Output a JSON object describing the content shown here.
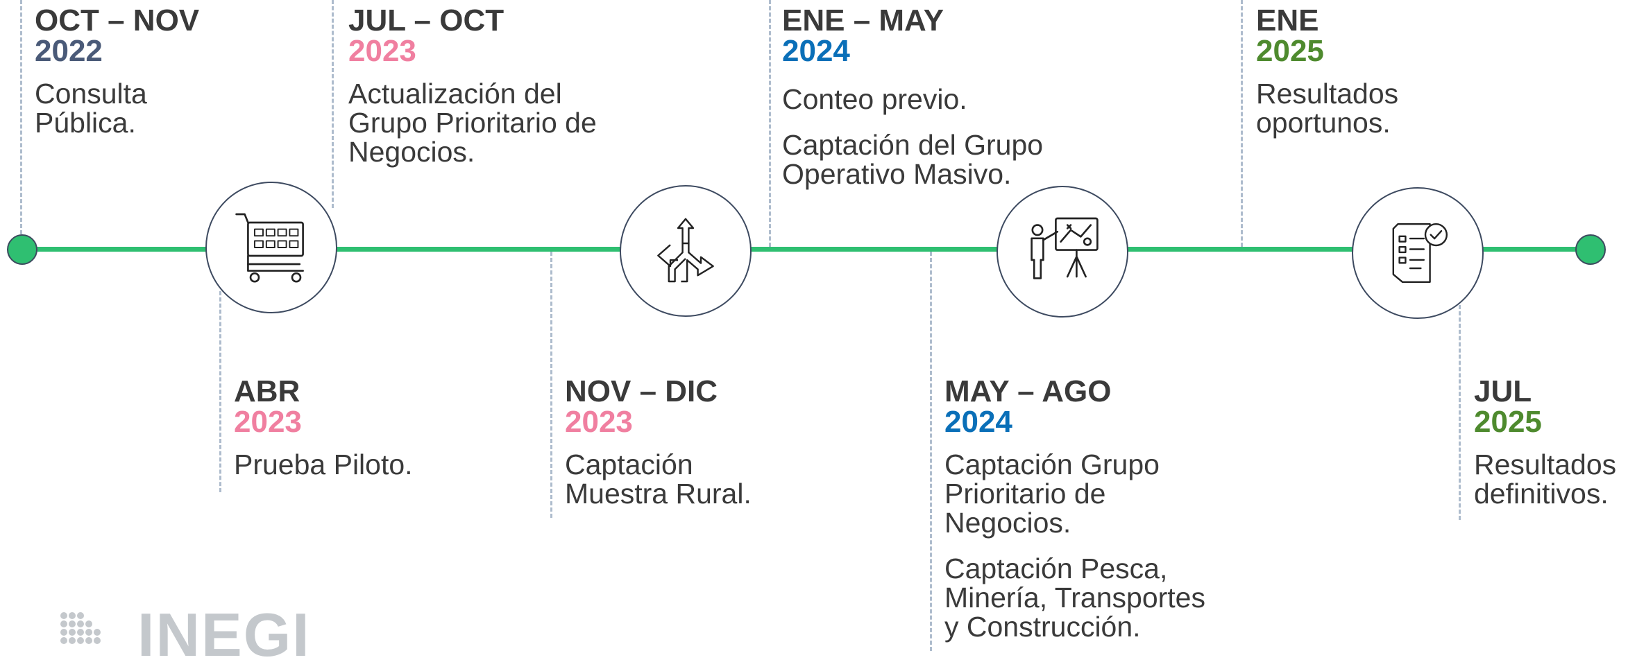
{
  "colors": {
    "line": "#2fbf71",
    "text": "#3a3a3a",
    "year_2022": "#4a5a78",
    "year_2023": "#f07fa0",
    "year_2024": "#0a6fb8",
    "year_2025": "#4e8a2e"
  },
  "events": [
    {
      "months": "OCT – NOV",
      "year": "2022",
      "items": [
        "Consulta\nPública."
      ]
    },
    {
      "months": "JUL – OCT",
      "year": "2023",
      "items": [
        "Actualización del\nGrupo Prioritario de\nNegocios."
      ]
    },
    {
      "months": "ENE – MAY",
      "year": "2024",
      "items": [
        "Conteo previo.",
        "Captación del Grupo\nOperativo Masivo."
      ]
    },
    {
      "months": "ENE",
      "year": "2025",
      "items": [
        "Resultados\noportunos."
      ]
    },
    {
      "months": "ABR",
      "year": "2023",
      "items": [
        "Prueba Piloto."
      ]
    },
    {
      "months": "NOV – DIC",
      "year": "2023",
      "items": [
        "Captación\nMuestra Rural."
      ]
    },
    {
      "months": "MAY – AGO",
      "year": "2024",
      "items": [
        "Captación Grupo\nPrioritario de\nNegocios.",
        "Captación Pesca,\nMinería, Transportes\ny Construcción."
      ]
    },
    {
      "months": "JUL",
      "year": "2025",
      "items": [
        "Resultados\ndefinitivos."
      ]
    }
  ],
  "icons": [
    "shopping-cart-icon",
    "split-arrows-icon",
    "presenter-board-icon",
    "checklist-document-icon"
  ],
  "logo": {
    "text": "INEGI"
  }
}
